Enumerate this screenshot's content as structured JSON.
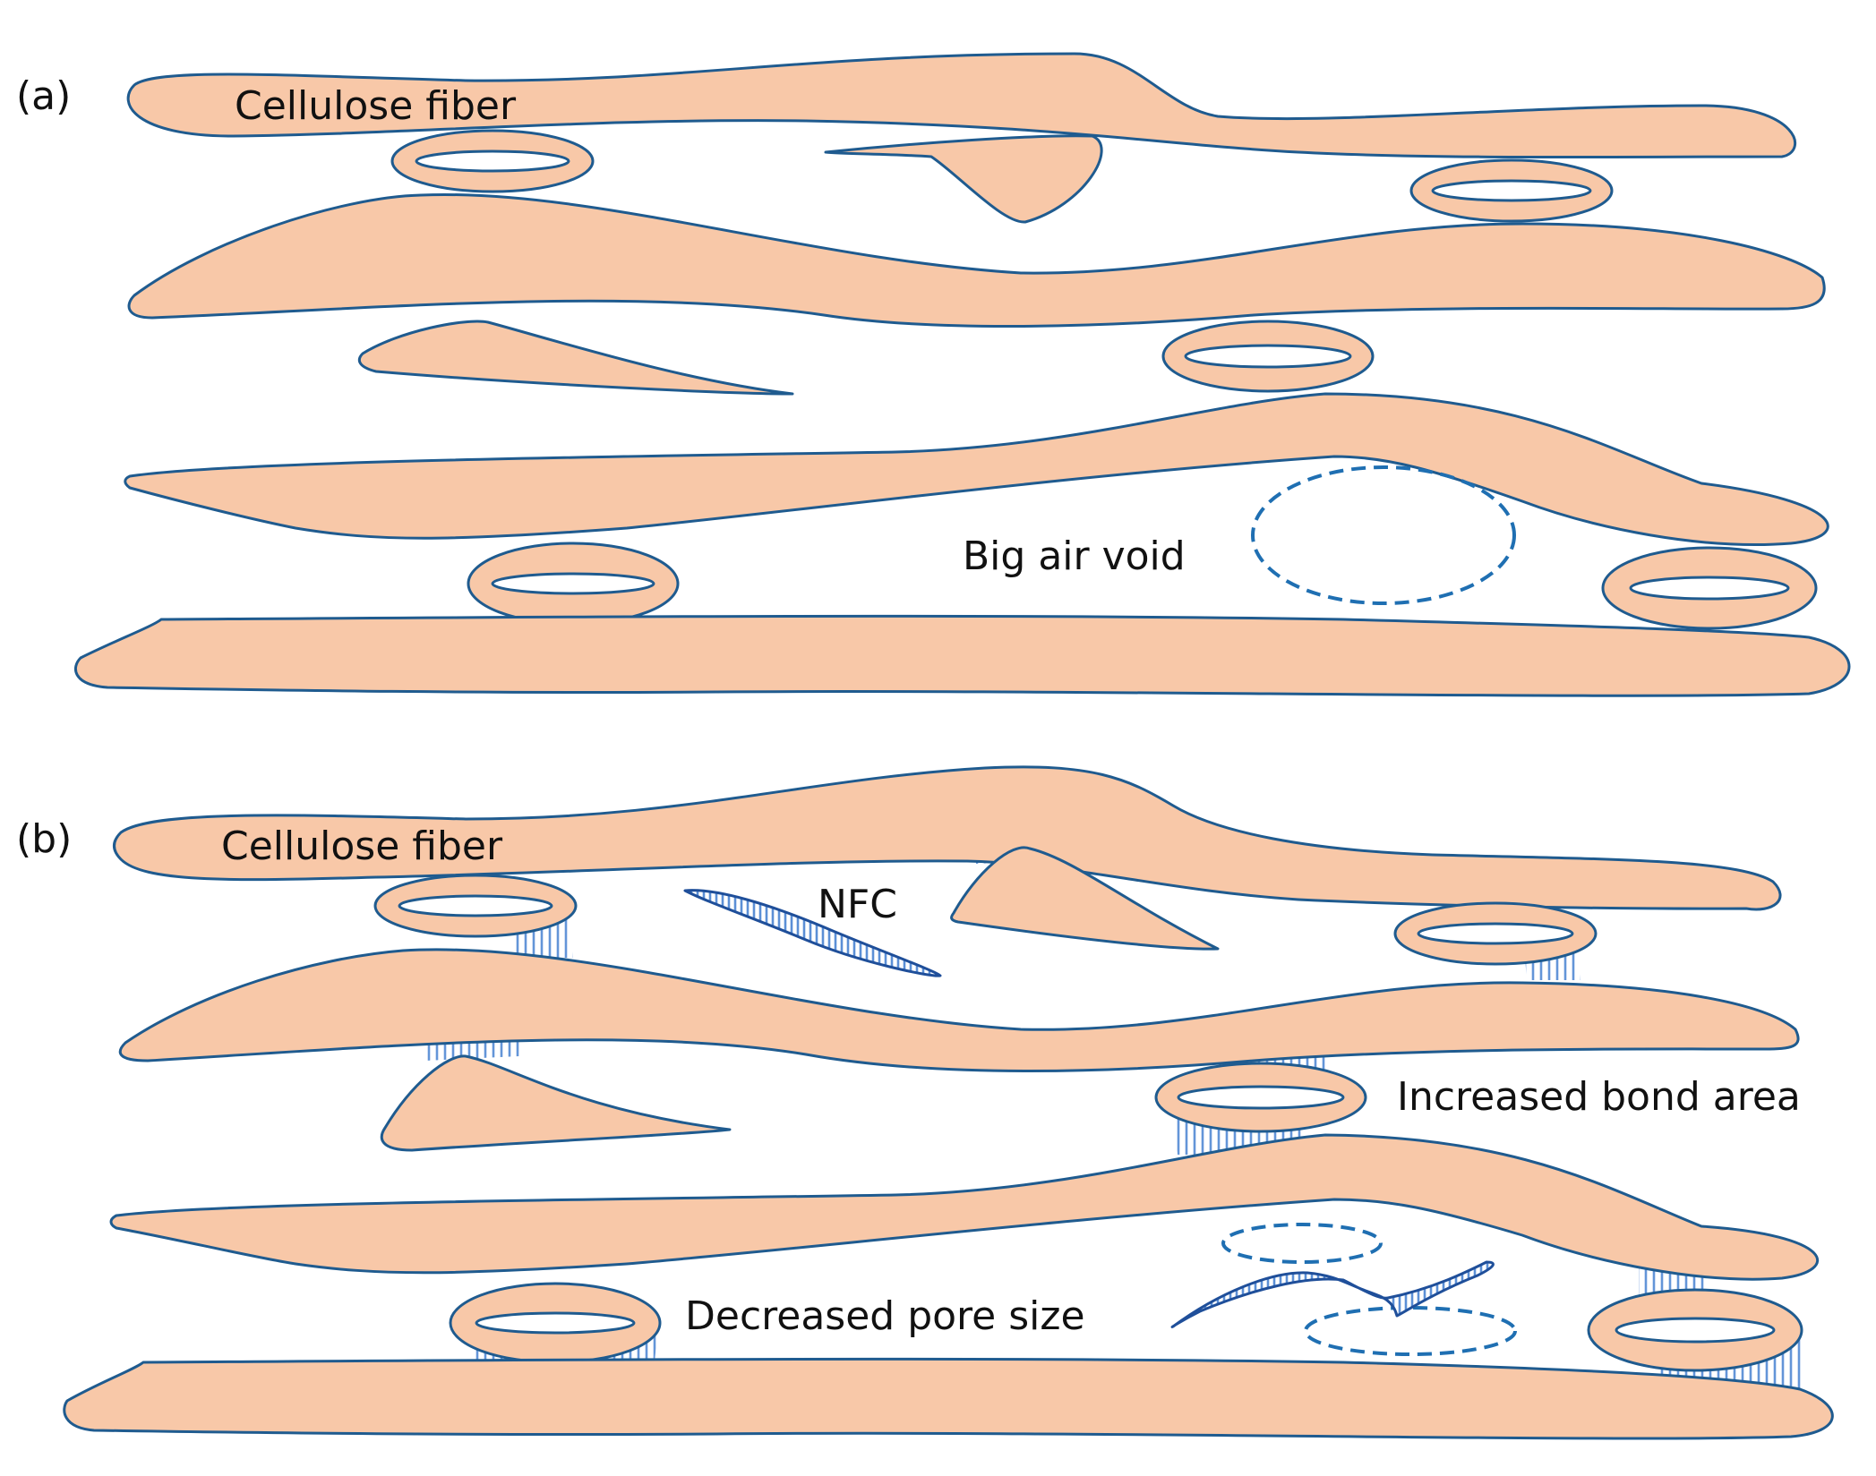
{
  "colors": {
    "fiber_fill": "#f8c8a8",
    "outline": "#1f5b8f",
    "void_stroke": "#1f6fb2",
    "hatch": "#5b8fd6",
    "nfc_stroke": "#1f4f9a"
  },
  "panel_a": {
    "label": "(a)",
    "fiber_label": "Cellulose fiber",
    "void_label": "Big air void"
  },
  "panel_b": {
    "label": "(b)",
    "fiber_label": "Cellulose fiber",
    "nfc_label": "NFC",
    "bond_label": "Increased bond area",
    "pore_label": "Decreased pore size"
  }
}
